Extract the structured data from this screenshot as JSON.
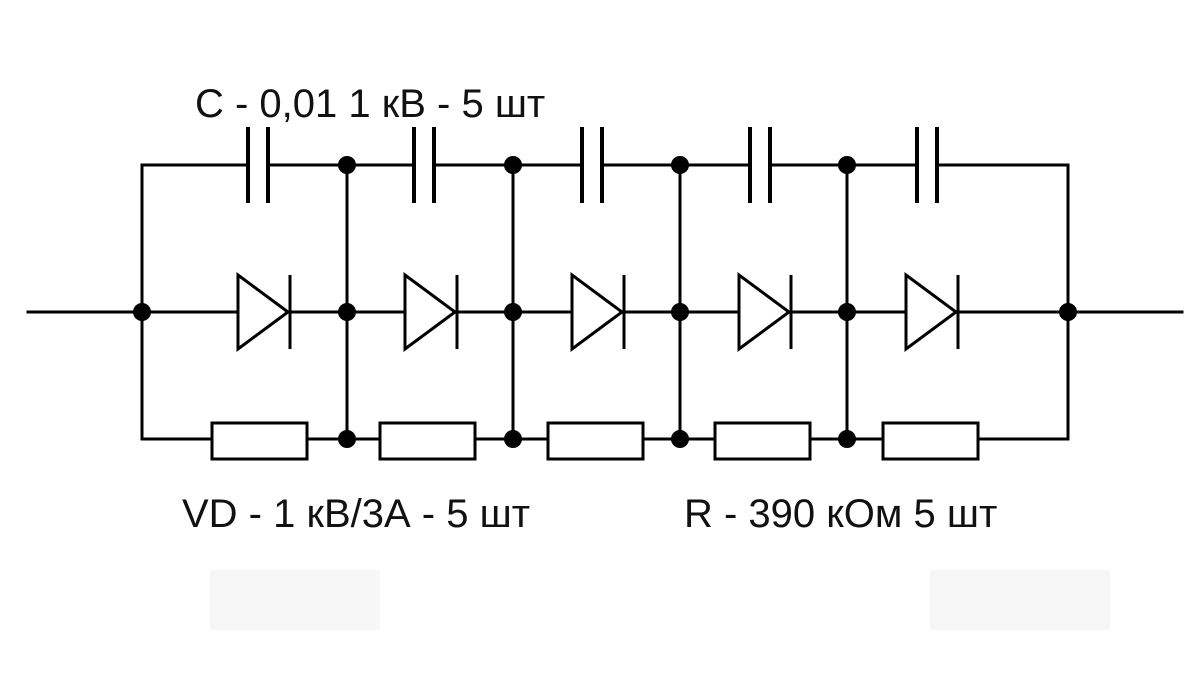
{
  "labels": {
    "capacitors": "С - 0,01 1 кВ - 5 шт",
    "diodes": "VD - 1 кВ/3А - 5 шт",
    "resistors": "R - 390 кОм 5 шт"
  },
  "components": {
    "capacitor_count": 5,
    "diode_count": 5,
    "resistor_count": 5
  },
  "colors": {
    "line": "#000000",
    "background": "#ffffff"
  }
}
